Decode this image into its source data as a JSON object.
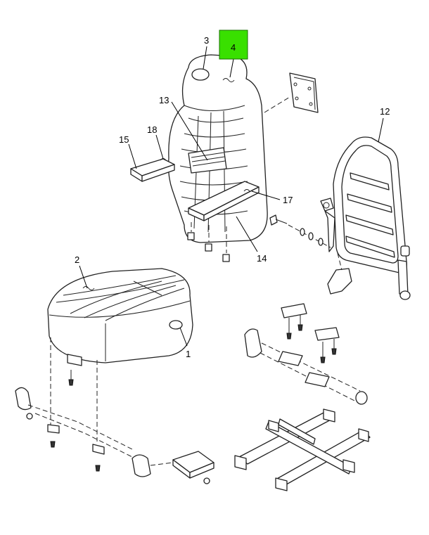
{
  "callouts": {
    "c1": "1",
    "c2": "2",
    "c3": "3",
    "c4": "4",
    "c12": "12",
    "c13": "13",
    "c14": "14",
    "c15": "15",
    "c17": "17",
    "c18": "18"
  },
  "highlighted_callout": "4",
  "colors": {
    "highlight": "#39e000",
    "line": "#222222",
    "background": "#ffffff"
  }
}
